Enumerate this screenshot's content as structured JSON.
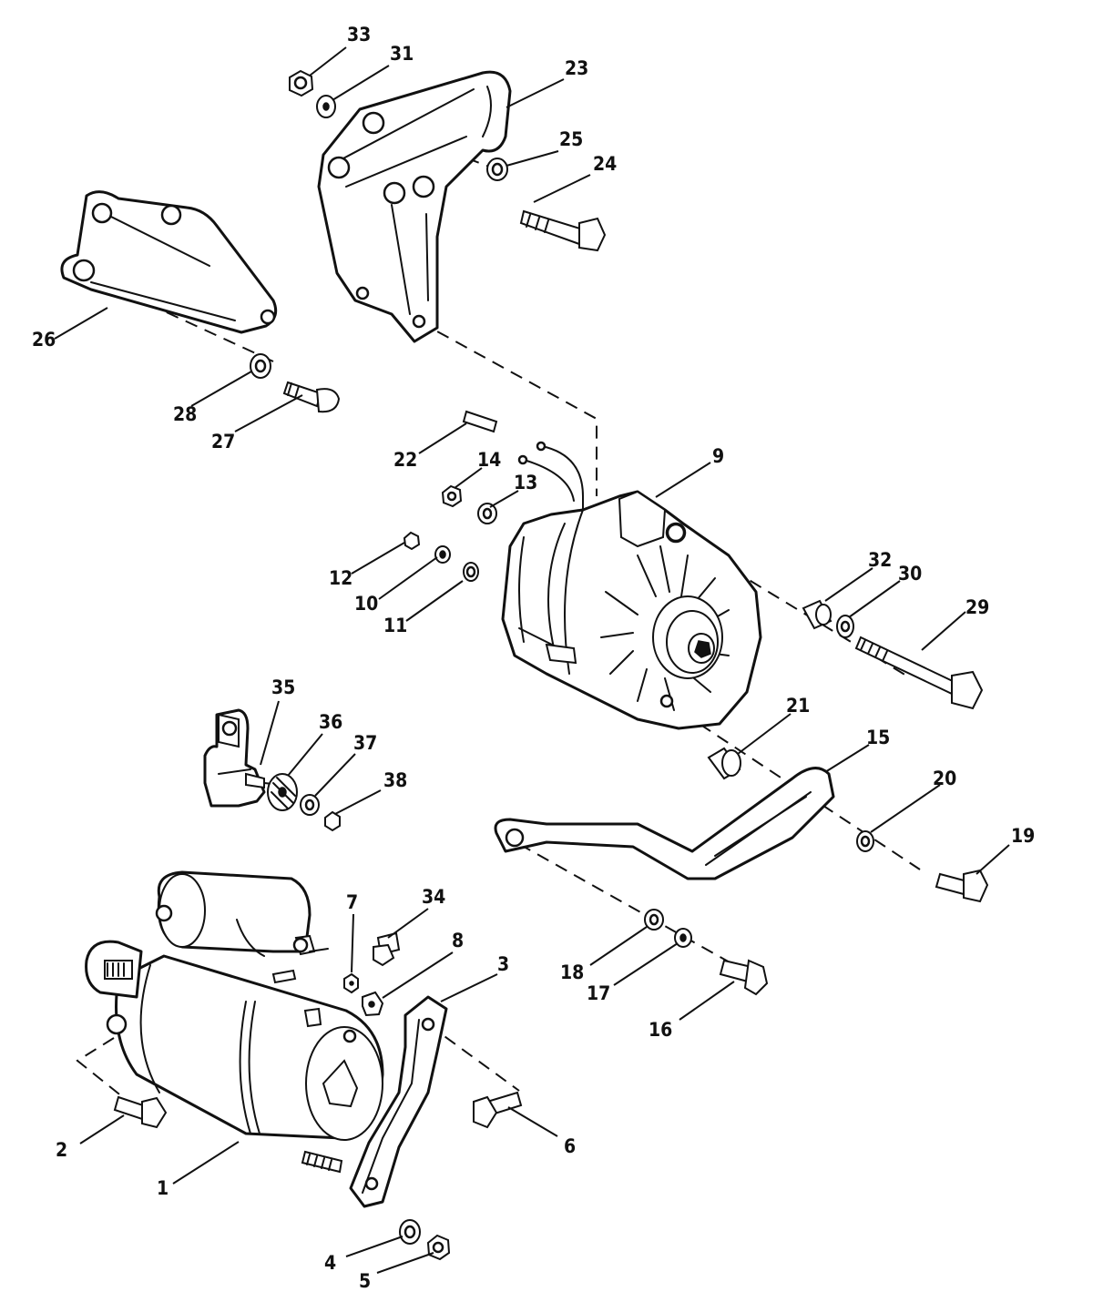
{
  "callouts": [
    "1",
    "2",
    "3",
    "4",
    "5",
    "6",
    "7",
    "8",
    "9",
    "10",
    "11",
    "12",
    "13",
    "14",
    "15",
    "16",
    "17",
    "18",
    "19",
    "20",
    "21",
    "22",
    "23",
    "24",
    "25",
    "26",
    "27",
    "28",
    "29",
    "30",
    "31",
    "32",
    "33",
    "34",
    "35",
    "36",
    "37",
    "38"
  ],
  "colors": {
    "ink": "#111111",
    "paper": "#ffffff"
  }
}
